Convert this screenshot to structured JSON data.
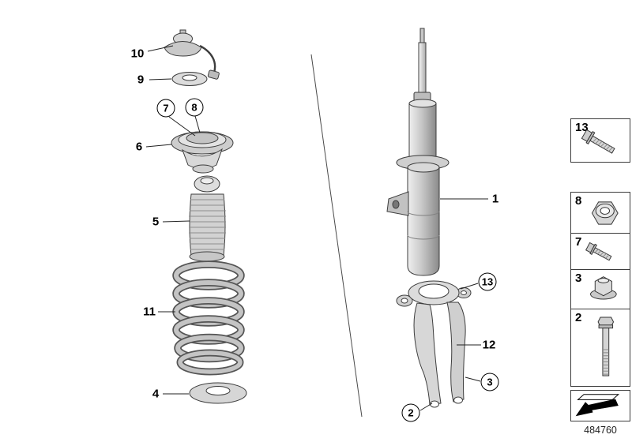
{
  "figure": {
    "part_number": "484760"
  },
  "callouts": {
    "n10": "10",
    "n9": "9",
    "n7": "7",
    "n8": "8",
    "n6": "6",
    "n5": "5",
    "n11": "11",
    "n4": "4",
    "n1": "1",
    "n13": "13",
    "n12": "12",
    "n3": "3",
    "n2": "2"
  },
  "sidebar": {
    "items": [
      {
        "label": "13",
        "icon": "flange-bolt-icon"
      },
      {
        "label": "8",
        "icon": "collar-nut-icon"
      },
      {
        "label": "7",
        "icon": "short-bolt-icon"
      },
      {
        "label": "3",
        "icon": "flange-nut-icon"
      },
      {
        "label": "2",
        "icon": "long-bolt-icon"
      }
    ],
    "direction_icon": "direction-arrow-icon"
  }
}
